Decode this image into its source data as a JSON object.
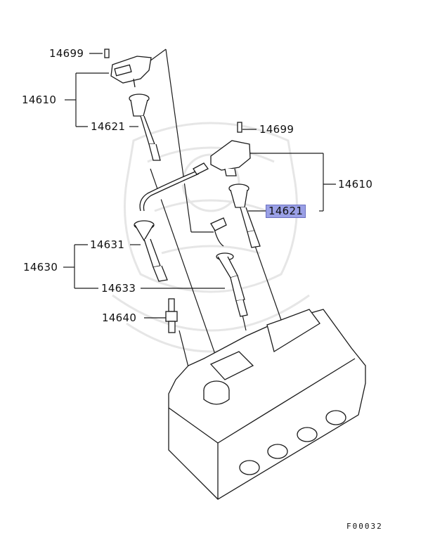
{
  "labels": {
    "bolt_left": "14699",
    "coil_left": "14610",
    "boot_left": "14621",
    "bolt_right": "14699",
    "coil_right": "14610",
    "boot_right": "14621",
    "cable_set": "14630",
    "cable_upper": "14631",
    "cable_lower": "14633",
    "spark_plug": "14640"
  },
  "highlighted_part": "14621",
  "figure_code": "F00032",
  "colors": {
    "line": "#1a1a1a",
    "highlight": "#9aa0e6",
    "watermark": "#ececec"
  }
}
